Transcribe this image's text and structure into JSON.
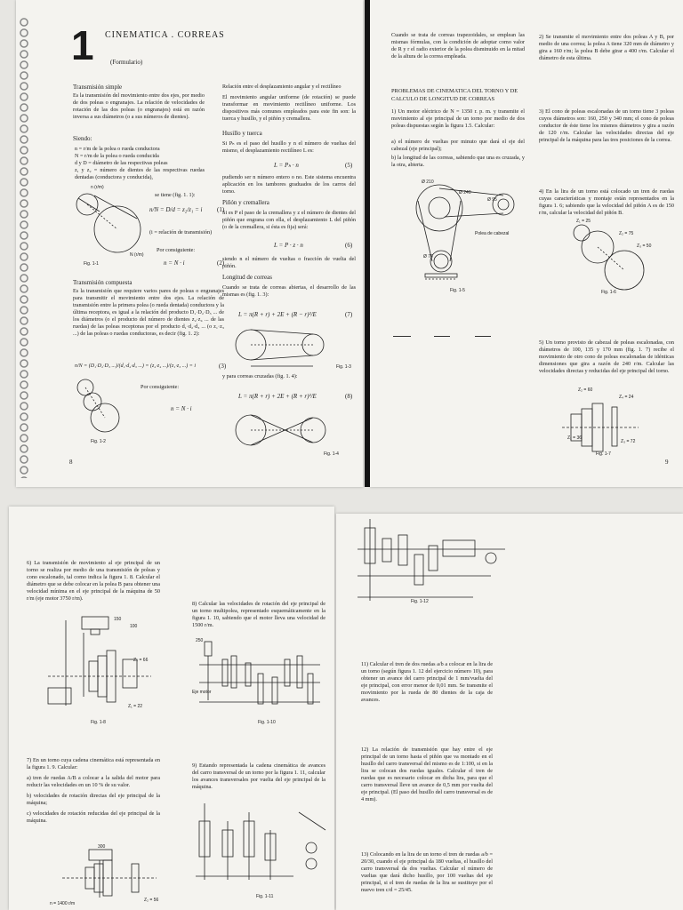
{
  "page8": {
    "chapter_number": "1",
    "chapter_title": "CINEMATICA . CORREAS",
    "subtitle": "(Formulario)",
    "simple_heading": "Transmisión simple",
    "simple_text": "Es la transmisión del movimiento entre dos ejes, por medio de dos poleas o engranajes. La relación de velocidades de rotación de las dos poleas (o engranajes) está en razón inversa a sus diámetros (o a sus números de dientes).",
    "siendo_heading": "Siendo:",
    "def_n": "n = r/m de la polea o rueda conductora",
    "def_N": "N = r/m de la polea o rueda conducida",
    "def_dD": "d y D = diámetro de las respectivas poleas",
    "def_z": "z, y z₂ = número de dientes de las respectivas ruedas dentadas (conductora y conducida),",
    "se_tiene": "se tiene (fig. 1. 1):",
    "formula_1": "n/N = D/d = z₂/z₁ = i",
    "eq_1": "(1)",
    "i_def": "(i = relación de transmisión)",
    "por_consiguiente": "Por consiguiente:",
    "formula_2": "n = N · i",
    "eq_2": "(2)",
    "fig_1_1": "Fig. 1-1",
    "label_nrm": "n (r/m)",
    "label_Nrm": "N (r/m)",
    "compuesta_heading": "Transmisión compuesta",
    "compuesta_text": "Es la transmisión que requiere varios pares de poleas o engranajes para transmitir el movimiento entre dos ejes. La relación de transmisión entre la primera polea (o rueda dentada) conductora y la última receptora, es igual a la relación del producto D₁·D₂·D₃ ... de los diámetros (o el producto del número de dientes z₂·z₄ ... de las ruedas) de las poleas receptoras por el producto d₁·d₂·d₃ ... (o z₁·z₃ ...) de las poleas o ruedas conductoras, es decir (fig. 1. 2):",
    "formula_3": "n/N = (D₁·D₂·D₃ ...)/(d₁·d₂·d₃ ...) = (z₂·z₄ ...)/(z₁·z₃ ...) = i",
    "eq_3": "(3)",
    "por_consiguiente_2": "Por consiguiente:",
    "formula_4": "n = N · i",
    "fig_1_2": "Fig. 1-2",
    "rel_heading": "Relación entre el desplazamiento angular y el rectilíneo",
    "rel_text": "El movimiento angular uniforme (de rotación) se puede transformar en movimiento rectilíneo uniforme. Los dispositivos más comunes empleados para este fin son: la tuerca y husillo, y el piñón y cremallera.",
    "husillo_heading": "Husillo y tuerca",
    "husillo_text": "Si Pₕ es el paso del husillo y n el número de vueltas del mismo, el desplazamiento rectilíneo L es:",
    "formula_5": "L = Pₕ · n",
    "eq_5": "(5)",
    "husillo_text_2": "pudiendo ser n número entero o no. Este sistema encuentra aplicación en los tambores graduados de los carros del torno.",
    "pinon_heading": "Piñón y cremallera",
    "pinon_text": "Si es P el paso de la cremallera y z el número de dientes del piñón que engrana con ella, el desplazamiento L del piñón (o de la cremallera, si ésta es fija) será:",
    "formula_6": "L = P · z · n",
    "eq_6": "(6)",
    "pinon_text_2": "siendo n el número de vueltas o fracción de vuelta del piñón.",
    "longitud_heading": "Longitud de correas",
    "longitud_text": "Cuando se trata de correas abiertas, el desarrollo de las mismas es (fig. 1. 3):",
    "formula_7": "L = π(R + r) + 2E + (R − r)²/E",
    "eq_7": "(7)",
    "fig_1_3": "Fig. 1-3",
    "cruzadas_text": "y para correas cruzadas (fig. 1. 4):",
    "formula_8": "L = π(R + r) + 2E + (R + r)²/E",
    "eq_8": "(8)",
    "fig_1_4": "Fig. 1-4",
    "page_number": "8"
  },
  "page9": {
    "intro_text": "Cuando se trata de correas trapezoidales, se emplean las mismas fórmulas, con la condición de adoptar como valor de R y r el radio exterior de la polea disminuido en la mitad de la altura de la correa empleada.",
    "problems_heading": "PROBLEMAS DE CINEMATICA DEL TORNO Y DE CALCULO DE LONGITUD DE CORREAS",
    "prob_1": "1) Un motor eléctrico de N = 1350 r. p. m. y transmite el movimiento al eje principal de un torno por medio de dos poleas dispuestas según la figura 1.5. Calcular:",
    "prob_1a": "a) el número de vueltas por minuto que dará el eje del cabezal (eje principal);",
    "prob_1b": "b) la longitud de las correas, sabiendo que una es cruzada, y la otra, abierta.",
    "fig_1_5": "Fig. 1-5",
    "polea_cabezal": "Polea de cabezal",
    "d_210": "Ø 210",
    "d_240": "Ø 240",
    "d_95": "Ø 95",
    "d_70": "Ø 70",
    "prob_2": "2) Se transmite el movimiento entre dos poleas A y B, por medio de una correa; la polea A tiene 320 mm de diámetro y gira a 160 r/m; la polea B debe girar a 400 r/m. Calcular el diámetro de esta última.",
    "prob_3": "3) El cono de poleas escalonadas de un torno tiene 3 poleas cuyos diámetros son: 160, 250 y 340 mm; el cono de poleas conductor de éste tiene los mismos diámetros y gira a razón de 120 r/m. Calcular las velocidades directas del eje principal de la máquina para las tres posiciones de la correa.",
    "prob_4": "4) En la lira de un torno está colocado un tren de ruedas cuyas características y montaje están representados en la figura 1. 6; sabiendo que la velocidad del piñón A es de 150 r/m, calcular la velocidad del piñón B.",
    "fig_1_6": "Fig. 1-6",
    "z_25": "Z₁ = 25",
    "z_75": "Z₂ = 75",
    "z_50": "Z₃ = 50",
    "prob_5": "5) Un torno provisto de cabezal de poleas escalonadas, con diámetros de 100, 135 y 170 mm (fig. 1. 7) recibe el movimiento de otro cono de poleas escalonadas de idénticas dimensiones que gira a razón de 240 r/m. Calcular las velocidades directas y reducidas del eje principal del torno.",
    "fig_1_7": "Fig. 1-7",
    "z2_60": "Z₂ = 60",
    "z4_24": "Z₄ = 24",
    "z1_36": "Z₁ = 36",
    "z3_72": "Z₃ = 72",
    "page_number": "9"
  },
  "page10": {
    "prob_6": "6) La transmisión de movimiento al eje principal de un torno se realiza por medio de una transmisión de poleas y cono escalonado, tal como indica la figura 1. 8. Calcular el diámetro que se debe colocar en la polea B para obtener una velocidad mínima en el eje principal de la máquina de 50 r/m (eje motor 3750 r/m).",
    "fig_1_8": "Fig. 1-8",
    "d_150": "150",
    "d_100": "100",
    "z4_66": "Z₄ = 66",
    "z1_22": "Z₁ = 22",
    "prob_7": "7) En un torno cuya cadena cinemática está representada en la figura 1. 9. Calcular:",
    "prob_7a": "a) tren de ruedas A/B a colocar a la salida del motor para reducir las velocidades en un 10 % de su valor.",
    "prob_7b": "b) velocidades de rotación directas del eje principal de la máquina;",
    "prob_7c": "c) velocidades de rotación reducidas del eje principal de la máquina.",
    "d_300": "300",
    "n_motor": "n = 1400 r/m",
    "z_56": "Z₂ = 56",
    "prob_8": "8) Calcular las velocidades de rotación del eje principal de un torno multipolea, representado esquemáticamente en la figura 1. 10, sabiendo que el motor lleva una velocidad de 1500 r/m.",
    "fig_1_10": "Fig. 1-10",
    "d_250": "250",
    "label_motor": "Eje motor",
    "prob_9": "9) Estando representada la cadena cinemática de avances del carro transversal de un torno por la figura 1. 11, calcular los avances transversales por vuelta del eje principal de la máquina.",
    "fig_1_11": "Fig. 1-11"
  },
  "page11": {
    "fig_1_12": "Fig. 1-12",
    "prob_11": "11) Calcular el tren de dos ruedas a/b a colocar en la lira de un torno (según figura 1. 12 del ejercicio número 10), para obtener un avance del carro principal de 1 mm/vuelta del eje principal, con error menor de 0,01 mm. Se transmite el movimiento por la rueda de 80 dientes de la caja de avances.",
    "prob_12": "12) La relación de transmisión que hay entre el eje principal de un torno hasta el piñón que va montado en el husillo del carro transversal del mismo es de 1:100, si en la lira se colocan dos ruedas iguales. Calcular el tren de ruedas que es necesario colocar en dicha lira, para que el carro transversal lleve un avance de 0,5 mm por vuelta del eje principal. (El paso del husillo del carro transversal es de 4 mm).",
    "prob_13": "13) Colocando en la lira de un torno el tren de ruedas a/b = 20/30, cuando el eje principal da 180 vueltas, el husillo del carro transversal da dos vueltas. Calcular el número de vueltas que dará dicho husillo, por 100 vueltas del eje principal, si el tren de ruedas de la lira se sustituye por el nuevo tren c/d = 25/45."
  }
}
